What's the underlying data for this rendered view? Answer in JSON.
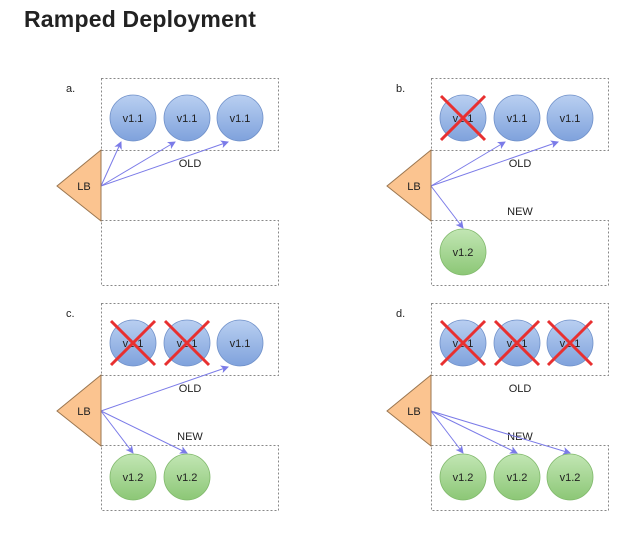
{
  "title": "Ramped Deployment",
  "labels": {
    "load_balancer": "LB",
    "old_group": "OLD",
    "new_group": "NEW",
    "old_version": "v1.1",
    "new_version": "v1.2"
  },
  "colors": {
    "old_node": "#8eaee3",
    "new_node": "#9fd38a",
    "load_balancer": "#fbc490",
    "arrow": "#7b7be8",
    "removed_cross": "#e83030"
  },
  "panels": [
    {
      "id": "a",
      "label": "a.",
      "old_nodes": [
        {
          "version": "v1.1",
          "removed": false
        },
        {
          "version": "v1.1",
          "removed": false
        },
        {
          "version": "v1.1",
          "removed": false
        }
      ],
      "new_nodes": [],
      "show_new_label": false
    },
    {
      "id": "b",
      "label": "b.",
      "old_nodes": [
        {
          "version": "v1.1",
          "removed": true
        },
        {
          "version": "v1.1",
          "removed": false
        },
        {
          "version": "v1.1",
          "removed": false
        }
      ],
      "new_nodes": [
        {
          "version": "v1.2"
        }
      ],
      "show_new_label": true
    },
    {
      "id": "c",
      "label": "c.",
      "old_nodes": [
        {
          "version": "v1.1",
          "removed": true
        },
        {
          "version": "v1.1",
          "removed": true
        },
        {
          "version": "v1.1",
          "removed": false
        }
      ],
      "new_nodes": [
        {
          "version": "v1.2"
        },
        {
          "version": "v1.2"
        }
      ],
      "show_new_label": true
    },
    {
      "id": "d",
      "label": "d.",
      "old_nodes": [
        {
          "version": "v1.1",
          "removed": true
        },
        {
          "version": "v1.1",
          "removed": true
        },
        {
          "version": "v1.1",
          "removed": true
        }
      ],
      "new_nodes": [
        {
          "version": "v1.2"
        },
        {
          "version": "v1.2"
        },
        {
          "version": "v1.2"
        }
      ],
      "show_new_label": true
    }
  ]
}
